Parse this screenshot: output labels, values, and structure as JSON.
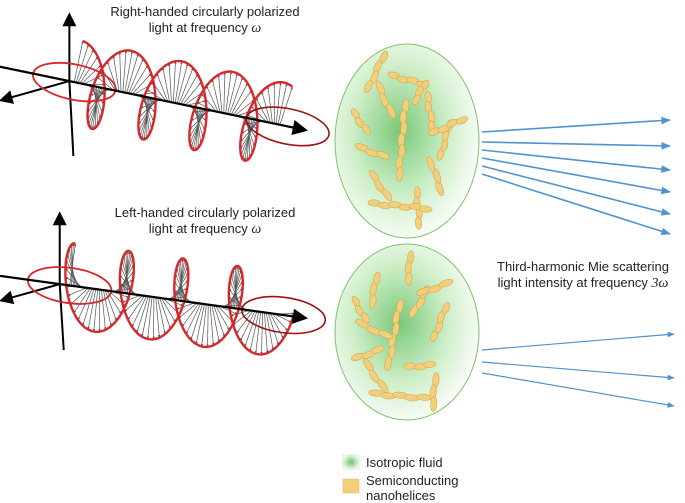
{
  "title_rcp": {
    "line1": "Right-handed circularly polarized",
    "line2_prefix": "light at frequency",
    "line2_symbol": "ω"
  },
  "title_lcp": {
    "line1": "Left-handed circularly polarized",
    "line2_prefix": "light at frequency",
    "line2_symbol": "ω"
  },
  "scatter_label": {
    "line1": "Third-harmonic Mie scattering",
    "line2_prefix": "light intensity at frequency",
    "line2_symbol": "3ω"
  },
  "legend": [
    {
      "label": "Isotropic fluid",
      "icon": "green-gradient-square"
    },
    {
      "label_line1": "Semiconducting",
      "label_line2": "nanohelices",
      "icon": "yellow-square"
    }
  ],
  "colors": {
    "helix": "#d9262b",
    "helix_dark": "#9e1216",
    "vector": "#555555",
    "axis": "#000000",
    "arrow": "#4f93cf",
    "fluid_center": "#8fd48f",
    "fluid_edge": "#ffffff",
    "fluid_border": "#7fc16b",
    "nanohelix_fill": "#f3cf7c",
    "nanohelix_stroke": "#c9a24a"
  }
}
